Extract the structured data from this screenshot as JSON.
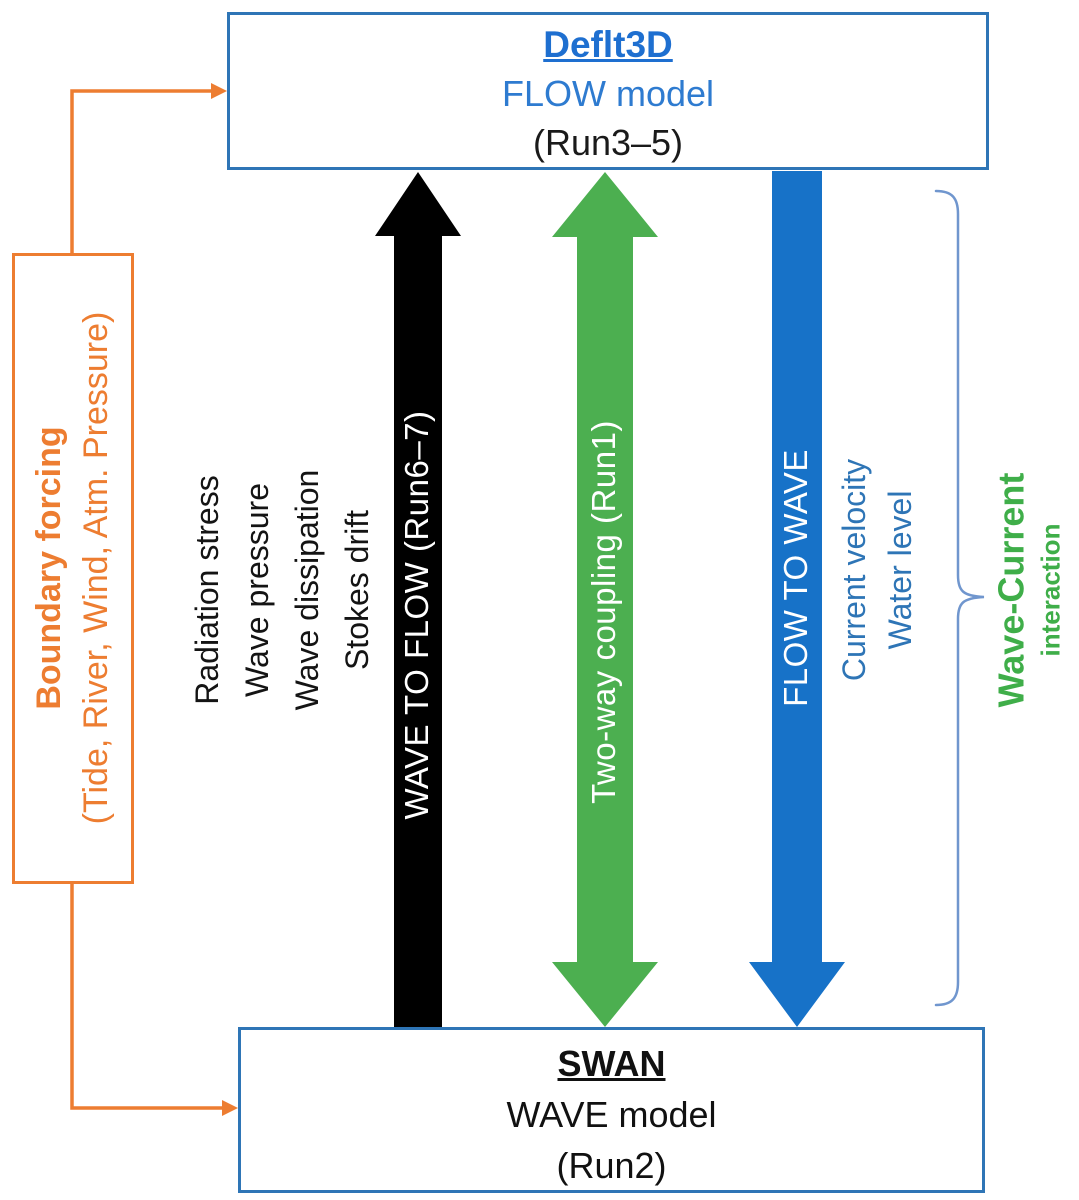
{
  "diagram": {
    "type": "model-coupling-flowchart",
    "colors": {
      "box_border": "#2E75B6",
      "flow_title_blue": "#1E6FD0",
      "flow_text_blue": "#2E7BD0",
      "orange": "#ED7D31",
      "green_arrow": "#4CAF50",
      "green_text": "#3FAE49",
      "blue_arrow": "#1772C8",
      "blue_label_text": "#2E75B6",
      "brace": "#7096CE",
      "black_arrow": "#000000",
      "arrow_label_text": "#FFFFFF"
    },
    "flow_box": {
      "title": "Deflt3D",
      "subtitle": "FLOW model",
      "run_label": "(Run3–5)"
    },
    "wave_box": {
      "title": "SWAN",
      "subtitle": "WAVE model",
      "run_label": "(Run2)"
    },
    "boundary_box": {
      "title": "Boundary forcing",
      "subtitle": "(Tide, River, Wind, Atm. Pressure)"
    },
    "arrows": {
      "wave_to_flow": {
        "label": "WAVE TO FLOW (Run6–7)",
        "direction": "up",
        "transfers": [
          "Radiation stress",
          "Wave pressure",
          "Wave dissipation",
          "Stokes drift"
        ]
      },
      "two_way_coupling": {
        "label": "Two-way coupling (Run1)",
        "direction": "both"
      },
      "flow_to_wave": {
        "label": "FLOW TO WAVE",
        "direction": "down",
        "transfers": [
          "Current velocity",
          "Water level"
        ]
      }
    },
    "annotation": {
      "title": "Wave-Current",
      "subtitle": "interaction"
    }
  }
}
